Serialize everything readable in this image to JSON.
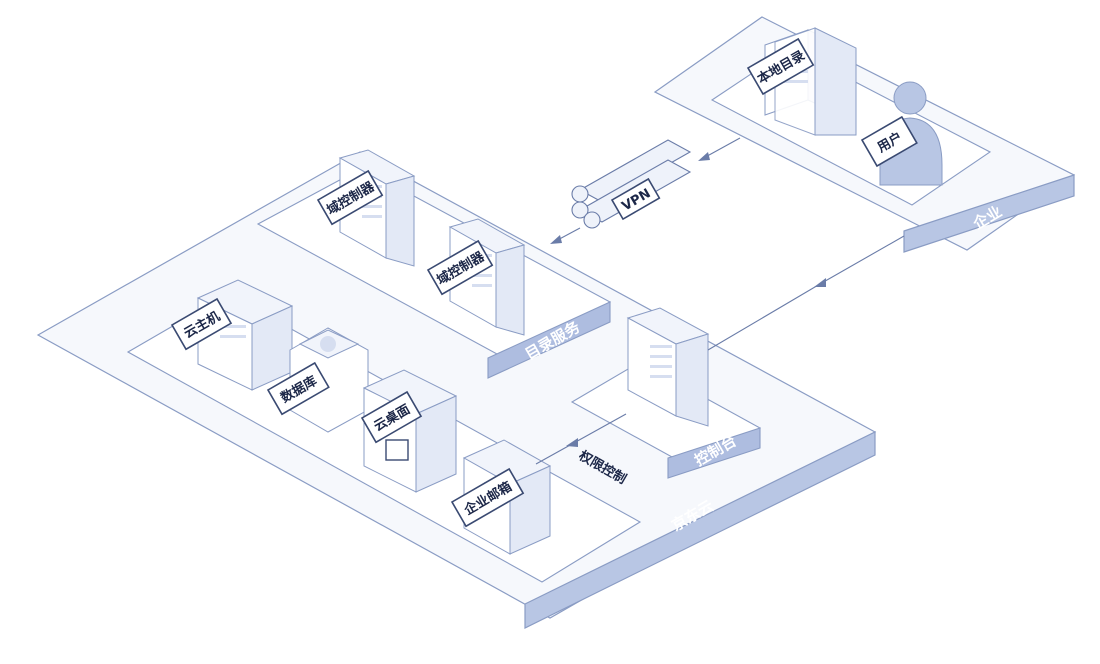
{
  "diagram": {
    "platforms": {
      "cloud": "京东云",
      "enterprise": "企业",
      "directory_service": "目录服务",
      "console_area": "控制台"
    },
    "nodes": {
      "domain_controller_1": "域控制器",
      "domain_controller_2": "域控制器",
      "cloud_host": "云主机",
      "database": "数据库",
      "cloud_desktop": "云桌面",
      "enterprise_mail": "企业邮箱",
      "local_directory": "本地目录",
      "user": "用户",
      "vpn": "VPN"
    },
    "edges": {
      "permission_control": "权限控制"
    }
  },
  "colors": {
    "accent": "#b8c6e4",
    "stroke": "#8a9cc4",
    "label_dark": "#1c2748"
  }
}
